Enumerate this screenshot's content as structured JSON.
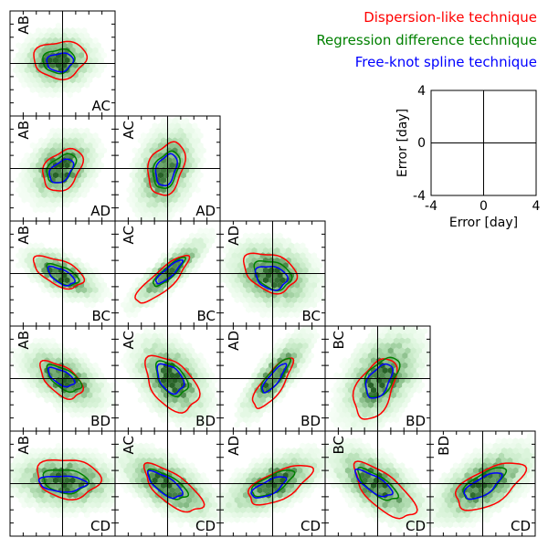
{
  "chart_data": {
    "type": "scatter",
    "subtype": "corner-plot-hexbin-with-contours",
    "series": [
      {
        "name": "Dispersion-like technique",
        "color": "#ff0000"
      },
      {
        "name": "Regression difference technique",
        "color": "#008000"
      },
      {
        "name": "Free-knot spline technique",
        "color": "#0000ff"
      }
    ],
    "legend_position": "top-right",
    "units": "day",
    "axis_range": [
      -4,
      4
    ],
    "reference_axes": {
      "xlabel": "Error [day]",
      "ylabel": "Error [day]",
      "xticks": [
        "-4",
        "0",
        "4"
      ],
      "yticks": [
        "4",
        "0",
        "-4"
      ]
    },
    "hexbin_color": "#2e8b2e",
    "panels": [
      {
        "row": 0,
        "col": 0,
        "y": "AB",
        "x": "AC",
        "rho": 0.05,
        "red": {
          "cx": -0.2,
          "cy": 0.3,
          "sx": 2.0,
          "sy": 1.4,
          "rho": 0.05
        },
        "green": {
          "cx": -0.3,
          "cy": 0.2,
          "sx": 1.2,
          "sy": 0.9,
          "rho": 0.1
        },
        "blue": {
          "cx": -0.2,
          "cy": 0.1,
          "sx": 1.0,
          "sy": 0.7,
          "rho": 0.1
        }
      },
      {
        "row": 1,
        "col": 0,
        "y": "AB",
        "x": "AD",
        "rho": 0.3,
        "red": {
          "cx": 0.0,
          "cy": -0.1,
          "sx": 1.5,
          "sy": 1.6,
          "rho": 0.35
        },
        "green": {
          "cx": -0.1,
          "cy": 0.0,
          "sx": 1.1,
          "sy": 1.1,
          "rho": 0.45
        },
        "blue": {
          "cx": -0.1,
          "cy": -0.2,
          "sx": 0.9,
          "sy": 0.9,
          "rho": 0.45
        }
      },
      {
        "row": 1,
        "col": 1,
        "y": "AC",
        "x": "AD",
        "rho": 0.3,
        "red": {
          "cx": -0.1,
          "cy": 0.0,
          "sx": 1.4,
          "sy": 2.0,
          "rho": 0.3
        },
        "green": {
          "cx": -0.1,
          "cy": -0.1,
          "sx": 1.0,
          "sy": 1.4,
          "rho": 0.35
        },
        "blue": {
          "cx": -0.1,
          "cy": -0.1,
          "sx": 0.8,
          "sy": 1.2,
          "rho": 0.35
        }
      },
      {
        "row": 2,
        "col": 0,
        "y": "AB",
        "x": "BC",
        "rho": -0.6,
        "red": {
          "cx": -0.3,
          "cy": 0.1,
          "sx": 1.9,
          "sy": 1.2,
          "rho": -0.55
        },
        "green": {
          "cx": 0.0,
          "cy": -0.1,
          "sx": 1.2,
          "sy": 0.8,
          "rho": -0.6
        },
        "blue": {
          "cx": -0.1,
          "cy": -0.2,
          "sx": 1.0,
          "sy": 0.7,
          "rho": -0.6
        }
      },
      {
        "row": 2,
        "col": 1,
        "y": "AC",
        "x": "BC",
        "rho": 0.85,
        "red": {
          "cx": -0.4,
          "cy": -0.5,
          "sx": 2.0,
          "sy": 1.8,
          "rho": 0.85
        },
        "green": {
          "cx": 0.1,
          "cy": 0.1,
          "sx": 1.2,
          "sy": 1.1,
          "rho": 0.88
        },
        "blue": {
          "cx": 0.1,
          "cy": 0.1,
          "sx": 1.0,
          "sy": 0.9,
          "rho": 0.88
        }
      },
      {
        "row": 2,
        "col": 2,
        "y": "AD",
        "x": "BC",
        "rho": -0.2,
        "red": {
          "cx": -0.2,
          "cy": 0.1,
          "sx": 2.0,
          "sy": 1.5,
          "rho": -0.3
        },
        "green": {
          "cx": 0.0,
          "cy": -0.1,
          "sx": 1.4,
          "sy": 1.1,
          "rho": -0.3
        },
        "blue": {
          "cx": -0.1,
          "cy": -0.3,
          "sx": 1.2,
          "sy": 0.9,
          "rho": -0.2
        }
      },
      {
        "row": 3,
        "col": 0,
        "y": "AB",
        "x": "BD",
        "rho": -0.5,
        "red": {
          "cx": -0.1,
          "cy": -0.1,
          "sx": 1.6,
          "sy": 1.4,
          "rho": -0.55
        },
        "green": {
          "cx": 0.1,
          "cy": 0.0,
          "sx": 1.3,
          "sy": 1.0,
          "rho": -0.6
        },
        "blue": {
          "cx": -0.1,
          "cy": 0.1,
          "sx": 1.0,
          "sy": 0.7,
          "rho": -0.6
        }
      },
      {
        "row": 3,
        "col": 1,
        "y": "AC",
        "x": "BD",
        "rho": -0.4,
        "red": {
          "cx": 0.3,
          "cy": -0.4,
          "sx": 2.0,
          "sy": 2.1,
          "rho": -0.45
        },
        "green": {
          "cx": 0.3,
          "cy": 0.0,
          "sx": 1.2,
          "sy": 1.3,
          "rho": -0.45
        },
        "blue": {
          "cx": 0.2,
          "cy": 0.0,
          "sx": 1.0,
          "sy": 1.1,
          "rho": -0.4
        }
      },
      {
        "row": 3,
        "col": 2,
        "y": "AD",
        "x": "BD",
        "rho": 0.8,
        "red": {
          "cx": 0.0,
          "cy": -0.4,
          "sx": 1.5,
          "sy": 1.9,
          "rho": 0.8
        },
        "green": {
          "cx": 0.2,
          "cy": 0.2,
          "sx": 1.1,
          "sy": 1.3,
          "rho": 0.85
        },
        "blue": {
          "cx": 0.1,
          "cy": 0.0,
          "sx": 0.9,
          "sy": 1.1,
          "rho": 0.85
        }
      },
      {
        "row": 3,
        "col": 3,
        "y": "BC",
        "x": "BD",
        "rho": 0.45,
        "red": {
          "cx": -0.2,
          "cy": -0.8,
          "sx": 1.6,
          "sy": 2.3,
          "rho": 0.45
        },
        "green": {
          "cx": 0.3,
          "cy": 0.1,
          "sx": 1.3,
          "sy": 1.5,
          "rho": 0.5
        },
        "blue": {
          "cx": 0.1,
          "cy": -0.2,
          "sx": 1.0,
          "sy": 1.3,
          "rho": 0.5
        }
      },
      {
        "row": 4,
        "col": 0,
        "y": "AB",
        "x": "CD",
        "rho": -0.1,
        "red": {
          "cx": 0.4,
          "cy": 0.4,
          "sx": 2.4,
          "sy": 1.5,
          "rho": -0.1
        },
        "green": {
          "cx": 0.2,
          "cy": 0.2,
          "sx": 1.7,
          "sy": 0.9,
          "rho": -0.15
        },
        "blue": {
          "cx": 0.0,
          "cy": 0.0,
          "sx": 1.8,
          "sy": 0.6,
          "rho": -0.1
        }
      },
      {
        "row": 4,
        "col": 1,
        "y": "AC",
        "x": "CD",
        "rho": -0.6,
        "red": {
          "cx": 0.4,
          "cy": -0.4,
          "sx": 2.2,
          "sy": 1.8,
          "rho": -0.7
        },
        "green": {
          "cx": 0.0,
          "cy": -0.1,
          "sx": 1.5,
          "sy": 1.1,
          "rho": -0.7
        },
        "blue": {
          "cx": -0.2,
          "cy": -0.1,
          "sx": 1.3,
          "sy": 1.0,
          "rho": -0.7
        }
      },
      {
        "row": 4,
        "col": 2,
        "y": "AD",
        "x": "CD",
        "rho": 0.6,
        "red": {
          "cx": 0.5,
          "cy": -0.1,
          "sx": 2.4,
          "sy": 1.5,
          "rho": 0.65
        },
        "green": {
          "cx": 0.0,
          "cy": 0.0,
          "sx": 1.6,
          "sy": 1.0,
          "rho": 0.7
        },
        "blue": {
          "cx": -0.3,
          "cy": -0.3,
          "sx": 1.3,
          "sy": 0.8,
          "rho": 0.7
        }
      },
      {
        "row": 4,
        "col": 3,
        "y": "BC",
        "x": "CD",
        "rho": -0.6,
        "red": {
          "cx": 0.5,
          "cy": -0.6,
          "sx": 2.3,
          "sy": 2.1,
          "rho": -0.7
        },
        "green": {
          "cx": 0.0,
          "cy": -0.1,
          "sx": 1.5,
          "sy": 1.2,
          "rho": -0.75
        },
        "blue": {
          "cx": -0.3,
          "cy": 0.0,
          "sx": 1.4,
          "sy": 1.0,
          "rho": -0.75
        }
      },
      {
        "row": 4,
        "col": 4,
        "y": "BD",
        "x": "CD",
        "rho": 0.6,
        "red": {
          "cx": 0.5,
          "cy": -0.2,
          "sx": 2.6,
          "sy": 1.8,
          "rho": 0.6
        },
        "green": {
          "cx": 0.1,
          "cy": 0.0,
          "sx": 1.6,
          "sy": 1.2,
          "rho": 0.7
        },
        "blue": {
          "cx": 0.0,
          "cy": -0.2,
          "sx": 1.4,
          "sy": 1.0,
          "rho": 0.7
        }
      }
    ]
  }
}
